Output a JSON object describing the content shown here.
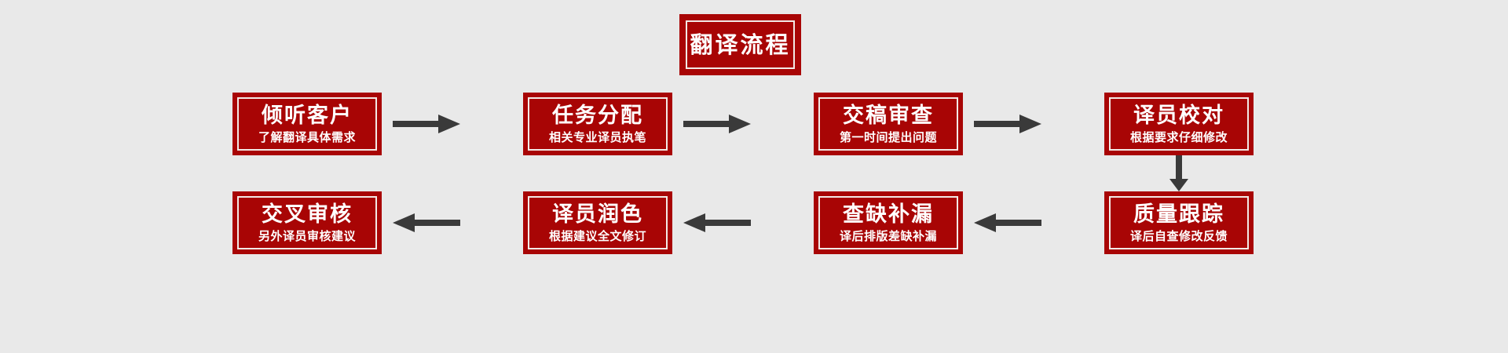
{
  "diagram": {
    "title": "翻译流程",
    "background_color": "#e9e9e9",
    "box_color": "#a80505",
    "box_border_color": "#a80505",
    "inner_rule_color": "#f2e9e6",
    "text_color": "#ffffff",
    "arrow_color": "#3a3a3a"
  },
  "steps": [
    {
      "id": "listen",
      "order": 1,
      "title": "倾听客户",
      "subtitle": "了解翻译具体需求",
      "row": 1
    },
    {
      "id": "assign",
      "order": 2,
      "title": "任务分配",
      "subtitle": "相关专业译员执笔",
      "row": 1
    },
    {
      "id": "review",
      "order": 3,
      "title": "交稿审查",
      "subtitle": "第一时间提出问题",
      "row": 1
    },
    {
      "id": "proof",
      "order": 4,
      "title": "译员校对",
      "subtitle": "根据要求仔细修改",
      "row": 1
    },
    {
      "id": "quality",
      "order": 5,
      "title": "质量跟踪",
      "subtitle": "译后自查修改反馈",
      "row": 2
    },
    {
      "id": "gaps",
      "order": 6,
      "title": "查缺补漏",
      "subtitle": "译后排版差缺补漏",
      "row": 2
    },
    {
      "id": "polish",
      "order": 7,
      "title": "译员润色",
      "subtitle": "根据建议全文修订",
      "row": 2
    },
    {
      "id": "cross",
      "order": 8,
      "title": "交叉审核",
      "subtitle": "另外译员审核建议",
      "row": 2
    }
  ],
  "connectors": [
    {
      "id": "arrow-1",
      "from": "listen",
      "to": "assign",
      "direction": "right"
    },
    {
      "id": "arrow-2",
      "from": "assign",
      "to": "review",
      "direction": "right"
    },
    {
      "id": "arrow-3",
      "from": "review",
      "to": "proof",
      "direction": "right"
    },
    {
      "id": "arrow-down",
      "from": "proof",
      "to": "quality",
      "direction": "down"
    },
    {
      "id": "arrow-4",
      "from": "quality",
      "to": "gaps",
      "direction": "left"
    },
    {
      "id": "arrow-5",
      "from": "gaps",
      "to": "polish",
      "direction": "left"
    },
    {
      "id": "arrow-6",
      "from": "polish",
      "to": "cross",
      "direction": "left"
    }
  ]
}
